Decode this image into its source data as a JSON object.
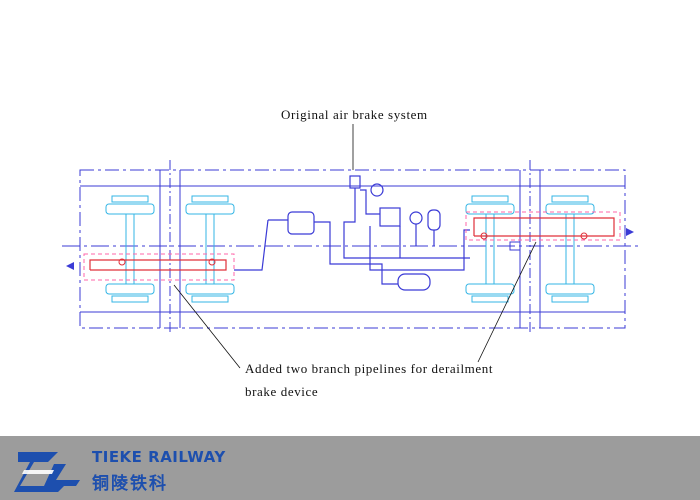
{
  "callouts": {
    "top": "Original air brake system",
    "bottom_line1": "Added two branch pipelines for derailment",
    "bottom_line2": "brake device"
  },
  "brand": {
    "name_en": "TIEKE RAILWAY",
    "name_cn": "铜陵铁科",
    "logo_icon": "zl-logo-icon"
  },
  "colors": {
    "frame": "#3b3bd6",
    "wheels": "#33b5e5",
    "branch_pipe": "#e0303a",
    "highlight_box": "#ff66aa",
    "footer": "#9c9c9c",
    "brand": "#1d4fae"
  }
}
